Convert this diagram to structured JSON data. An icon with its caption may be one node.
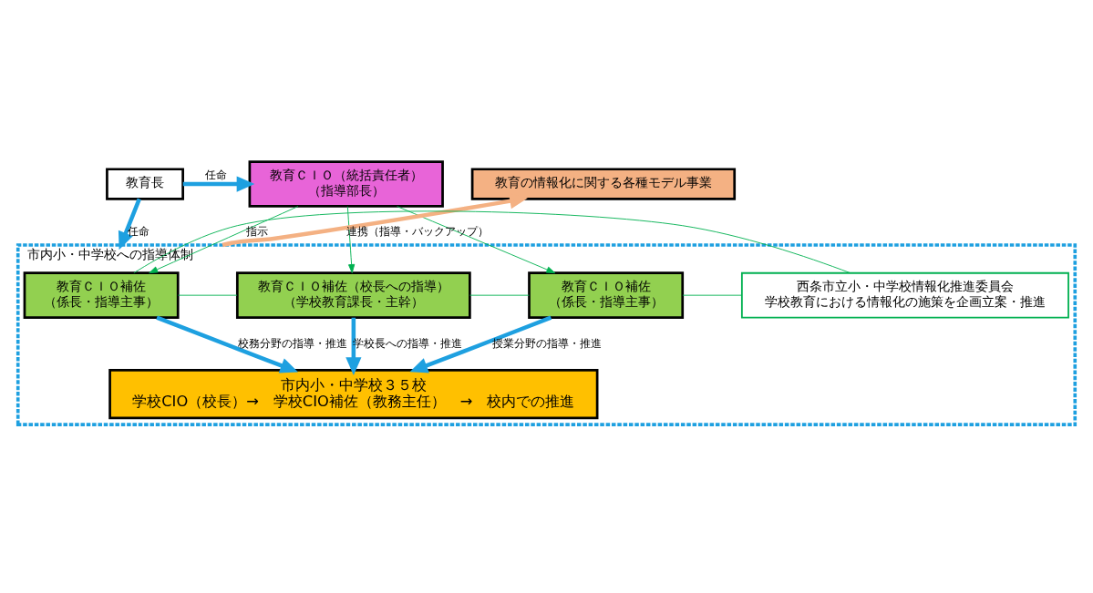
{
  "diagram": {
    "nodes": [
      {
        "text": [
          "教育長"
        ]
      },
      {
        "text": [
          "教育ＣＩＯ（統括責任者）",
          "（指導部長）"
        ]
      },
      {
        "text": [
          "教育の情報化に関する各種モデル事業"
        ]
      },
      {
        "text": [
          "市内小・中学校への指導体制"
        ]
      },
      {
        "text": [
          "教育ＣＩＯ補佐",
          "（係長・指導主事）"
        ],
        "in": 3
      },
      {
        "text": [
          "教育ＣＩＯ補佐（校長への指導）",
          "（学校教育課長・主幹）"
        ],
        "in": 3
      },
      {
        "text": [
          "教育ＣＩＯ補佐",
          "（係長・指導主事）"
        ],
        "in": 3
      },
      {
        "text": [
          "市内小・中学校３５校",
          "学校CIO（校長）→　学校CIO補佐（教務主任）　→　校内での推進"
        ],
        "in": 3
      },
      {
        "text": [
          "西条市立小・中学校情報化推進委員会",
          "学校教育における情報化の施策を企画立案・推進"
        ],
        "in": 3
      }
    ],
    "edges": [
      {
        "from": 0,
        "to": 1,
        "arrow": "to",
        "label": "任命",
        "style": "thick",
        "color": "#1ea0e0"
      },
      {
        "from": 0,
        "to": 3,
        "arrow": "to",
        "label": "任命",
        "style": "thick",
        "color": "#1ea0e0"
      },
      {
        "from": 1,
        "to": 4,
        "arrow": "to",
        "label": "指示",
        "color": "#00b050"
      },
      {
        "from": 1,
        "to": 5,
        "arrow": "to",
        "color": "#00b050"
      },
      {
        "from": 1,
        "to": 6,
        "arrow": "to",
        "color": "#00b050"
      },
      {
        "from": 3,
        "to": 2,
        "arrow": "to",
        "label": "連携（指導・バックアップ）",
        "style": "thick",
        "color": "#f4b183"
      },
      {
        "from": 4,
        "to": 7,
        "arrow": "to",
        "label": "校務分野の指導・推進",
        "style": "thick",
        "color": "#1ea0e0"
      },
      {
        "from": 5,
        "to": 7,
        "arrow": "to",
        "label": "学校長への指導・推進",
        "style": "thick",
        "color": "#1ea0e0"
      },
      {
        "from": 6,
        "to": 7,
        "arrow": "to",
        "label": "授業分野の指導・推進",
        "style": "thick",
        "color": "#1ea0e0"
      },
      {
        "from": 4,
        "to": 5,
        "arrow": "none",
        "color": "#00b050"
      },
      {
        "from": 5,
        "to": 6,
        "arrow": "none",
        "color": "#00b050"
      },
      {
        "from": 4,
        "to": 8,
        "arrow": "none",
        "color": "#00b050"
      },
      {
        "from": 6,
        "to": 8,
        "arrow": "none",
        "color": "#00b050"
      }
    ]
  }
}
